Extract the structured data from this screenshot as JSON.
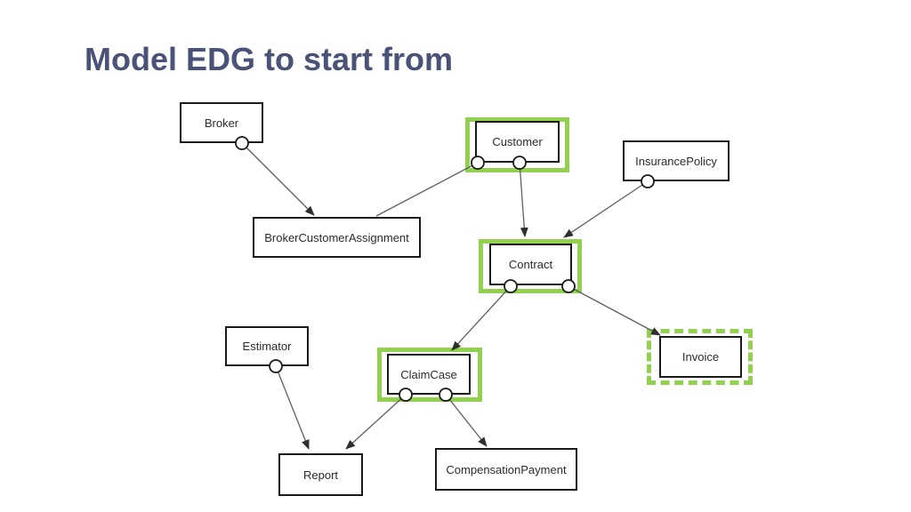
{
  "page": {
    "title": "Model EDG to start from"
  },
  "diagram": {
    "nodes": [
      {
        "id": "broker",
        "label": "Broker",
        "highlight": "none"
      },
      {
        "id": "customer",
        "label": "Customer",
        "highlight": "solid-green"
      },
      {
        "id": "insurance-policy",
        "label": "InsurancePolicy",
        "highlight": "none"
      },
      {
        "id": "broker-customer-assignment",
        "label": "BrokerCustomerAssignment",
        "highlight": "none"
      },
      {
        "id": "contract",
        "label": "Contract",
        "highlight": "solid-green"
      },
      {
        "id": "invoice",
        "label": "Invoice",
        "highlight": "dashed-green"
      },
      {
        "id": "estimator",
        "label": "Estimator",
        "highlight": "none"
      },
      {
        "id": "claim-case",
        "label": "ClaimCase",
        "highlight": "solid-green"
      },
      {
        "id": "report",
        "label": "Report",
        "highlight": "none"
      },
      {
        "id": "compensation-payment",
        "label": "CompensationPayment",
        "highlight": "none"
      }
    ],
    "edges": [
      {
        "from": "Broker",
        "to": "BrokerCustomerAssignment",
        "arrowhead": true,
        "source_port": "circle"
      },
      {
        "from": "Customer",
        "to": "BrokerCustomerAssignment",
        "arrowhead": false,
        "source_port": "circle"
      },
      {
        "from": "Customer",
        "to": "Contract",
        "arrowhead": true,
        "source_port": "circle"
      },
      {
        "from": "InsurancePolicy",
        "to": "Contract",
        "arrowhead": true,
        "source_port": "circle"
      },
      {
        "from": "Contract",
        "to": "ClaimCase",
        "arrowhead": true,
        "source_port": "circle"
      },
      {
        "from": "Contract",
        "to": "Invoice",
        "arrowhead": true,
        "source_port": "circle"
      },
      {
        "from": "Estimator",
        "to": "Report",
        "arrowhead": true,
        "source_port": "circle"
      },
      {
        "from": "ClaimCase",
        "to": "Report",
        "arrowhead": true,
        "source_port": "circle"
      },
      {
        "from": "ClaimCase",
        "to": "CompensationPayment",
        "arrowhead": true,
        "source_port": "circle"
      }
    ],
    "colors": {
      "highlight_green": "#92d050",
      "box_border": "#1a1a1a",
      "edge_line": "#606060",
      "arrowhead": "#2e2e2e",
      "title_text": "#4a5278",
      "node_text": "#2b2b2b",
      "background": "#ffffff"
    }
  }
}
